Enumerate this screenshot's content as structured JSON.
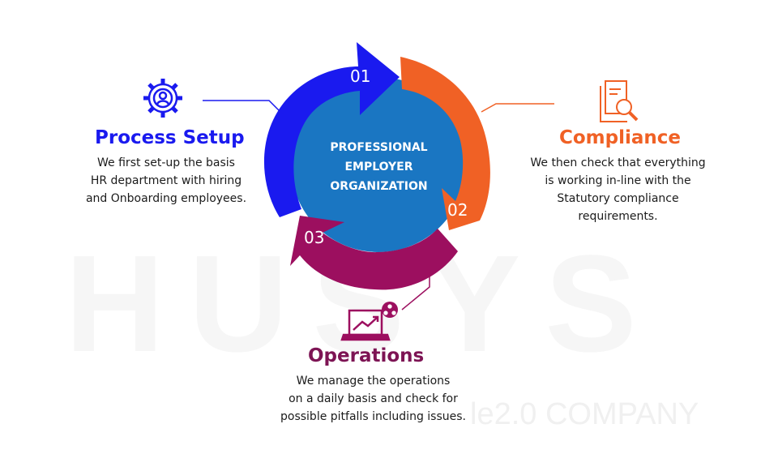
{
  "watermark": {
    "text": "HUSYS",
    "subtext": "le2.0 COMPANY"
  },
  "center": {
    "lines": [
      "PROFESSIONAL",
      "EMPLOYER",
      "ORGANIZATION"
    ]
  },
  "steps": [
    {
      "number": "01",
      "title": "Process Setup",
      "description": [
        "We first set-up the basis",
        "HR department with hiring",
        "and Onboarding employees."
      ],
      "color": "#1a1aef",
      "icon": "gear-person-icon"
    },
    {
      "number": "02",
      "title": "Compliance",
      "description": [
        "We then check that everything",
        "is working in-line with the",
        "Statutory compliance",
        "requirements."
      ],
      "color": "#f06125",
      "icon": "document-search-icon"
    },
    {
      "number": "03",
      "title": "Operations",
      "description": [
        "We manage the operations",
        "on a daily basis and check for",
        "possible pitfalls including issues."
      ],
      "color": "#9c0f5f",
      "icon": "laptop-chart-icon"
    }
  ],
  "colors": {
    "center": "#1a76c2",
    "text": "#1b1b1b"
  }
}
